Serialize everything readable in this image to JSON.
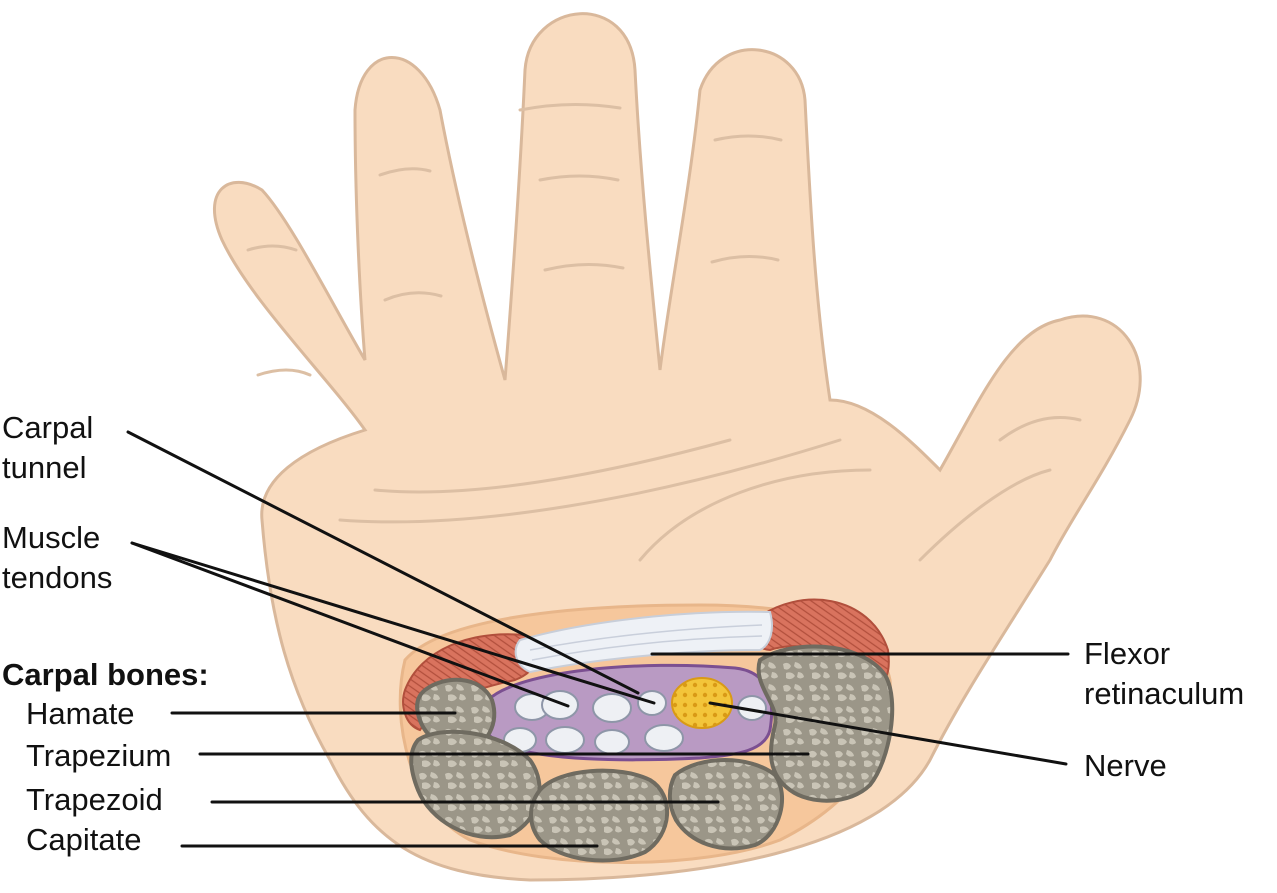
{
  "labels": {
    "carpal_tunnel": {
      "line1": "Carpal",
      "line2": "tunnel"
    },
    "muscle_tendons": {
      "line1": "Muscle",
      "line2": "tendons"
    },
    "carpal_bones_heading": "Carpal bones:",
    "hamate": "Hamate",
    "trapezium": "Trapezium",
    "trapezoid": "Trapezoid",
    "capitate": "Capitate",
    "flexor_retinaculum": {
      "line1": "Flexor",
      "line2": "retinaculum"
    },
    "nerve": "Nerve"
  },
  "colors": {
    "skin": "#f9dcc0",
    "skin_outline": "#d9b89b",
    "crease": "#dcbfa4",
    "cross_section_bg": "#f6c79c",
    "bone": "#9b9688",
    "bone_outline": "#6f6b60",
    "bone_spongy": "#c9c4b6",
    "muscle": "#d9735e",
    "muscle_dark": "#b14f3c",
    "tunnel": "#b99ac3",
    "tunnel_outline": "#7b4f91",
    "tendon": "#eef0f4",
    "tendon_outline": "#8e96a8",
    "nerve": "#f3c53a",
    "nerve_dots": "#d99a16",
    "retinaculum": "#eef1f6"
  }
}
